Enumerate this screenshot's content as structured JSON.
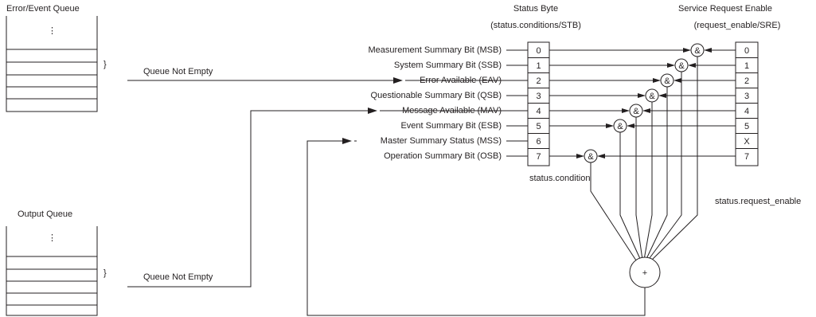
{
  "error_queue": {
    "title": "Error/Event Queue",
    "ellipsis": "⋮",
    "brace": "}",
    "signal": "Queue Not Empty"
  },
  "output_queue": {
    "title": "Output Queue",
    "ellipsis": "⋮",
    "brace": "}",
    "signal": "Queue Not Empty"
  },
  "status_byte": {
    "title": "Status Byte",
    "subtitle": "(status.conditions/STB)",
    "footer": "status.condition",
    "bits": [
      {
        "label": "Measurement Summary Bit (MSB)",
        "value": "0"
      },
      {
        "label": "System Summary Bit (SSB)",
        "value": "1"
      },
      {
        "label": "Error Available (EAV)",
        "value": "2"
      },
      {
        "label": "Questionable Summary Bit (QSB)",
        "value": "3"
      },
      {
        "label": "Message Available (MAV)",
        "value": "4"
      },
      {
        "label": "Event Summary Bit (ESB)",
        "value": "5"
      },
      {
        "label": "Master Summary Status (MSS)",
        "value": "6"
      },
      {
        "label": "Operation Summary Bit (OSB)",
        "value": "7"
      }
    ]
  },
  "sre": {
    "title": "Service Request Enable",
    "subtitle": "(request_enable/SRE)",
    "footer": "status.request_enable",
    "bits": [
      "0",
      "1",
      "2",
      "3",
      "4",
      "5",
      "X",
      "7"
    ]
  },
  "gates": {
    "and_symbol": "&",
    "or_symbol": "+"
  }
}
